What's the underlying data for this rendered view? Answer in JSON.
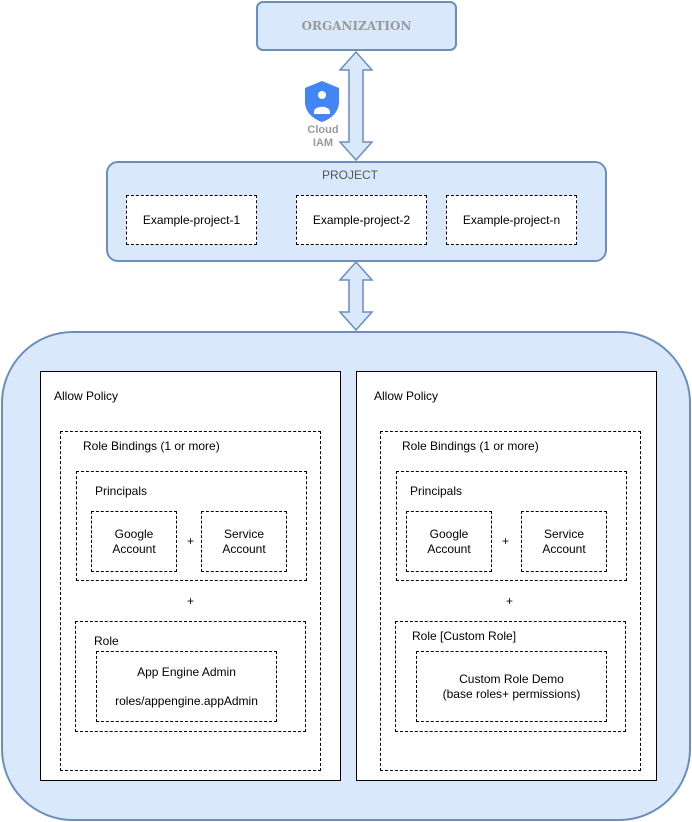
{
  "organization": {
    "label": "ORGANIZATION"
  },
  "cloud_iam": {
    "label_line1": "Cloud",
    "label_line2": "IAM",
    "icon": "cloud-iam-shield-icon"
  },
  "project": {
    "label": "PROJECT",
    "items": [
      "Example-project-1",
      "Example-project-2",
      "Example-project-n"
    ]
  },
  "policies": [
    {
      "title": "Allow Policy",
      "bindings_label": "Role Bindings (1 or more)",
      "principals_label": "Principals",
      "principal_1": {
        "line1": "Google",
        "line2": "Account"
      },
      "principal_2": {
        "line1": "Service",
        "line2": "Account"
      },
      "plus_inner": "+",
      "plus_outer": "+",
      "role_label": "Role",
      "role_line1": "App Engine Admin",
      "role_line2": "roles/appengine.appAdmin"
    },
    {
      "title": "Allow Policy",
      "bindings_label": "Role Bindings (1 or more)",
      "principals_label": "Principals",
      "principal_1": {
        "line1": "Google",
        "line2": "Account"
      },
      "principal_2": {
        "line1": "Service",
        "line2": "Account"
      },
      "plus_inner": "+",
      "plus_outer": "+",
      "role_label": "Role [Custom Role]",
      "role_line1": "Custom Role Demo",
      "role_line2": "(base roles+ permissions)"
    }
  ],
  "colors": {
    "fill": "#dae8fc",
    "stroke": "#6c8ebf",
    "iam_blue": "#4285f4"
  }
}
